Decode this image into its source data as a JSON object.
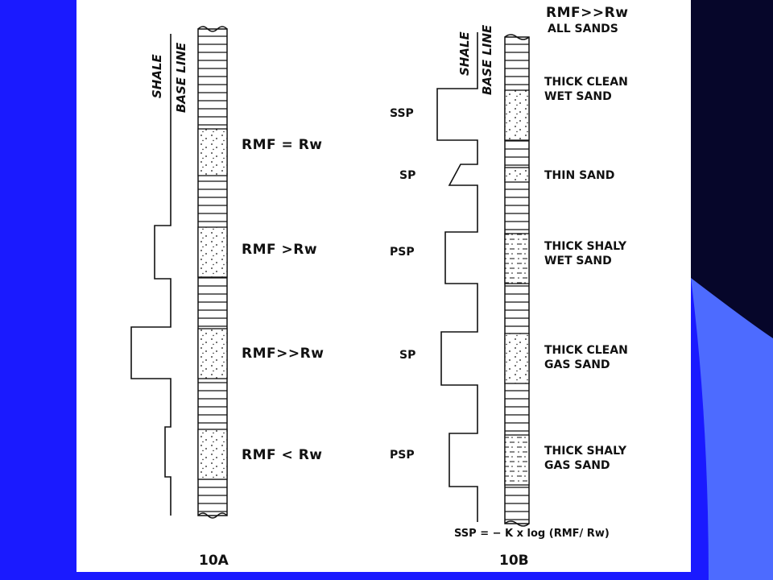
{
  "colors": {
    "slide_blue": "#1a1aff",
    "light_blue": "#4d6bff",
    "dark_navy": "#06062a",
    "ink": "#111111"
  },
  "figure_a": {
    "caption": "10A",
    "shale_label": "SHALE",
    "baseline_label": "BASE LINE",
    "conditions": [
      "RMF = Rw",
      "RMF >Rw",
      "RMF>>Rw",
      "RMF < Rw"
    ]
  },
  "figure_b": {
    "caption": "10B",
    "shale_label": "SHALE",
    "baseline_label": "BASE LINE",
    "header": [
      "RMF>>Rw",
      "ALL SANDS"
    ],
    "curve_types": [
      "SSP",
      "SP",
      "PSP",
      "SP",
      "PSP"
    ],
    "descriptions": [
      [
        "THICK CLEAN",
        "WET SAND"
      ],
      [
        "THIN SAND"
      ],
      [
        "THICK SHALY",
        "WET SAND"
      ],
      [
        "THICK CLEAN",
        "GAS SAND"
      ],
      [
        "THICK SHALY",
        "GAS SAND"
      ]
    ],
    "formula": "SSP = − K x log (RMF/ Rw)"
  }
}
